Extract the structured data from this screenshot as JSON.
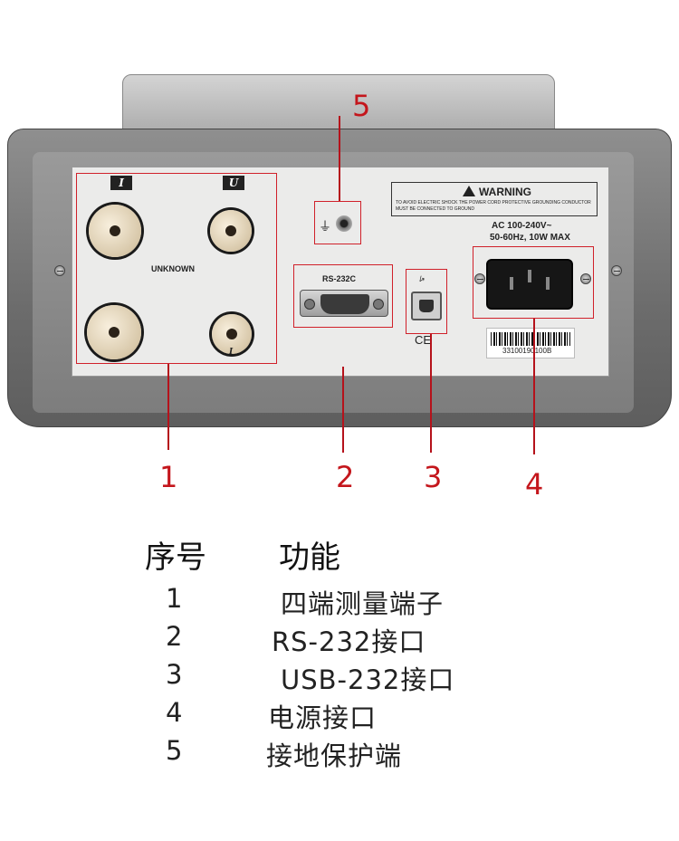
{
  "photo": {
    "terminal_label_i": "I",
    "terminal_label_u": "U",
    "terminal_label_bottom": "I",
    "unknown_label": "UNKNOWN",
    "rs232_label": "RS-232C",
    "warning_title": "WARNING",
    "warning_text": "TO AVOID ELECTRIC SHOCK THE POWER CORD PROTECTIVE GROUNDING CONDUCTOR MUST BE CONNECTED TO GROUND",
    "power_rating_line1": "AC 100-240V~",
    "power_rating_line2": "50-60Hz, 10W MAX",
    "serial_number": "33100190100B",
    "usb_symbol": "⭟",
    "ce_mark": "CE",
    "ground_symbol": "⏚"
  },
  "callouts": [
    "1",
    "2",
    "3",
    "4",
    "5"
  ],
  "table": {
    "header_index": "序号",
    "header_function": "功能",
    "rows": [
      {
        "index": "1",
        "function": "四端测量端子"
      },
      {
        "index": "2",
        "function": "RS-232接口"
      },
      {
        "index": "3",
        "function": "USB-232接口"
      },
      {
        "index": "4",
        "function": "电源接口"
      },
      {
        "index": "5",
        "function": "接地保护端"
      }
    ]
  },
  "colors": {
    "callout_red": "#c4161c",
    "panel": "#ebebea",
    "bezel": "#7a7a7a"
  }
}
